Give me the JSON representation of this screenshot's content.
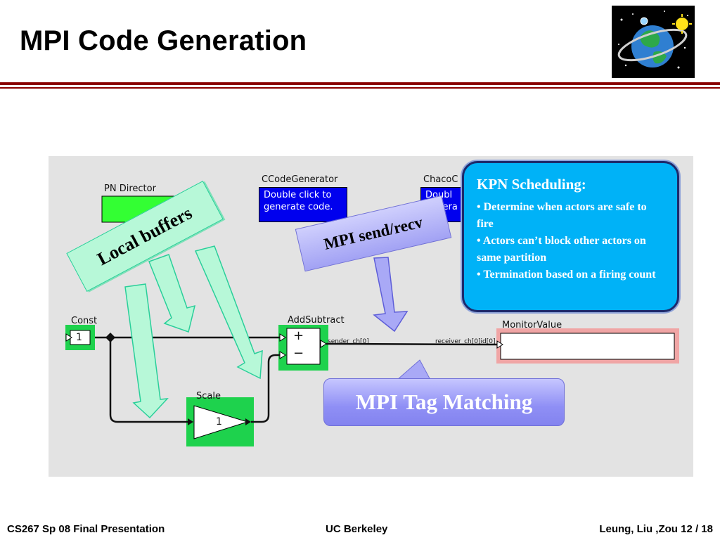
{
  "slide": {
    "title": "MPI Code Generation",
    "footer_left": "CS267 Sp 08 Final Presentation",
    "footer_center": "UC Berkeley",
    "footer_right": "Leung, Liu ,Zou 12 / 18"
  },
  "model": {
    "pn_director": "PN Director",
    "ccode_generator": {
      "label": "CCodeGenerator",
      "text_line1": "Double click to",
      "text_line2": "generate code."
    },
    "chaco": {
      "label": "ChacoC",
      "text_line1": "Doubl",
      "text_line2": "genera"
    },
    "const": {
      "label": "Const",
      "value": "1"
    },
    "add_subtract": {
      "label": "AddSubtract",
      "plus": "+",
      "minus": "−"
    },
    "scale": {
      "label": "Scale",
      "value": "1"
    },
    "monitor": {
      "label": "MonitorValue"
    },
    "sender_port": "sender_ch[0]",
    "receiver_port": "receiver_ch[0]id[0]"
  },
  "callouts": {
    "local_buffers": "Local buffers",
    "mpi_send_recv": "MPI send/recv",
    "mpi_tag_matching": "MPI Tag Matching"
  },
  "kpn": {
    "title": "KPN Scheduling:",
    "items": [
      "Determine when actors are safe to fire",
      "Actors can’t block other actors on same partition",
      "Termination based on a firing count"
    ]
  },
  "colors": {
    "accent_rule": "#8b0000",
    "actor_green": "#1ed24d",
    "kpn_box": "#00b2f7",
    "callout_mint": "#b7f8d8",
    "callout_lavender": "#a9a9f6"
  }
}
